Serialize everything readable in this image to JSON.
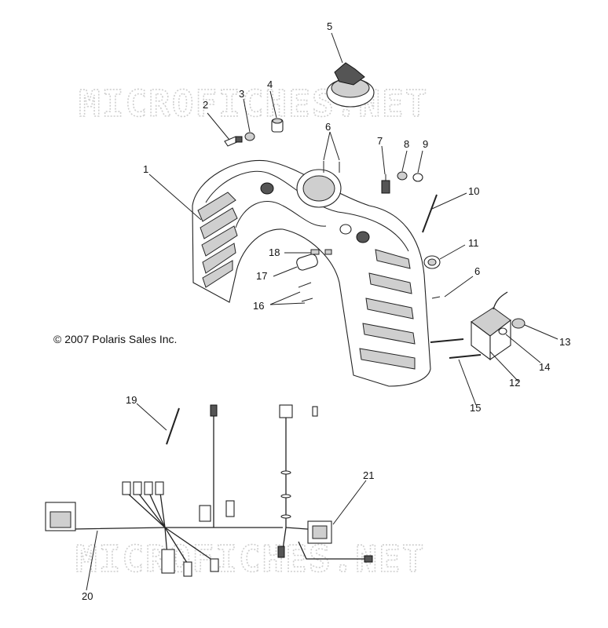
{
  "watermark": {
    "top_text": "MICROFICHES.NET",
    "bottom_text": "MICROFICHES.NET"
  },
  "copyright": "© 2007 Polaris Sales Inc.",
  "callouts": {
    "c1": "1",
    "c2": "2",
    "c3": "3",
    "c4": "4",
    "c5": "5",
    "c6a": "6",
    "c6b": "6",
    "c7": "7",
    "c8": "8",
    "c9": "9",
    "c10": "10",
    "c11": "11",
    "c12": "12",
    "c13": "13",
    "c14": "14",
    "c15": "15",
    "c16": "16",
    "c17": "17",
    "c18": "18",
    "c19": "19",
    "c20": "20",
    "c21": "21"
  }
}
